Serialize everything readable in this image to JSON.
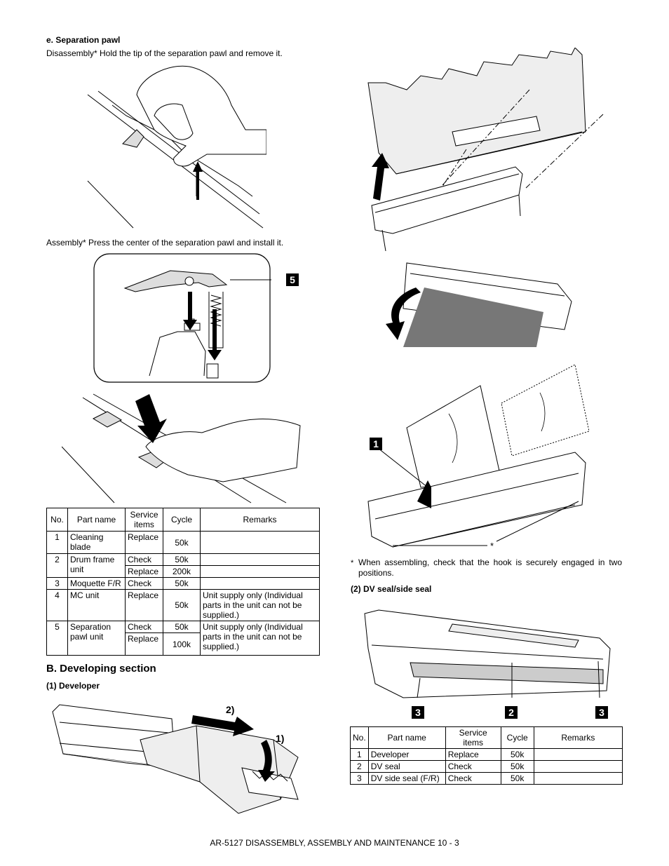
{
  "sep_pawl": {
    "heading": "e.  Separation pawl",
    "disassembly": "Disassembly*  Hold the tip of the separation pawl and remove it.",
    "assembly": "Assembly*  Press the center of the separation pawl and install it.",
    "callout": "5"
  },
  "table1": {
    "headers": [
      "No.",
      "Part name",
      "Service items",
      "Cycle",
      "Remarks"
    ],
    "rows": {
      "r1": {
        "no": "1",
        "name": "Cleaning blade",
        "item": "Replace",
        "cycle": "50k",
        "remarks": ""
      },
      "r2": {
        "no": "2",
        "name": "Drum frame unit",
        "item_a": "Check",
        "cycle_a": "50k",
        "item_b": "Replace",
        "cycle_b": "200k"
      },
      "r3": {
        "no": "3",
        "name": "Moquette F/R",
        "item": "Check",
        "cycle": "50k"
      },
      "r4": {
        "no": "4",
        "name": "MC unit",
        "item": "Replace",
        "cycle": "50k",
        "remarks": "Unit supply only (Individual parts in the unit can not be supplied.)"
      },
      "r5": {
        "no": "5",
        "name": "Separation pawl unit",
        "item_a": "Check",
        "cycle_a": "50k",
        "item_b": "Replace",
        "cycle_b": "100k",
        "remarks": "Unit supply only (Individual parts in the unit can not be supplied.)"
      }
    }
  },
  "developing": {
    "heading": "B. Developing section",
    "sub1": "(1)   Developer",
    "step2": "2)",
    "step1": "1)"
  },
  "right_col": {
    "callout1": "1",
    "asterisk": "*",
    "note_mark": "*",
    "note": "When assembling, check that the hook is securely engaged in two positions.",
    "sub2": "(2)   DV seal/side seal",
    "callouts": [
      "3",
      "2",
      "3"
    ]
  },
  "table2": {
    "headers": [
      "No.",
      "Part name",
      "Service items",
      "Cycle",
      "Remarks"
    ],
    "rows": [
      {
        "no": "1",
        "name": "Developer",
        "item": "Replace",
        "cycle": "50k",
        "remarks": ""
      },
      {
        "no": "2",
        "name": "DV seal",
        "item": "Check",
        "cycle": "50k",
        "remarks": ""
      },
      {
        "no": "3",
        "name": "DV side seal (F/R)",
        "item": "Check",
        "cycle": "50k",
        "remarks": ""
      }
    ]
  },
  "footer": "AR-5127 DISASSEMBLY, ASSEMBLY AND MAINTENANCE 10 - 3"
}
